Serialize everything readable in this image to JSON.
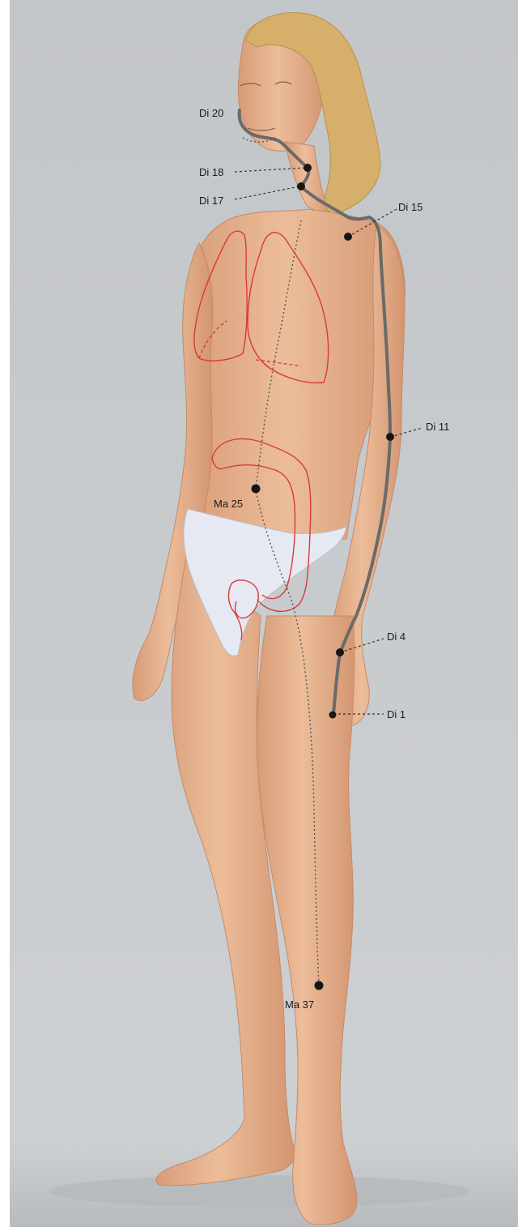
{
  "points": [
    {
      "id": "di20",
      "label": "Di 20"
    },
    {
      "id": "di18",
      "label": "Di 18"
    },
    {
      "id": "di17",
      "label": "Di 17"
    },
    {
      "id": "di15",
      "label": "Di 15"
    },
    {
      "id": "di11",
      "label": "Di 11"
    },
    {
      "id": "ma25",
      "label": "Ma 25"
    },
    {
      "id": "di4",
      "label": "Di 4"
    },
    {
      "id": "di1",
      "label": "Di 1"
    },
    {
      "id": "ma37",
      "label": "Ma 37"
    }
  ],
  "colors": {
    "background": "#c9cbce",
    "background_edge": "#b9bcc0",
    "skin": "#e7b38f",
    "skin_shadow": "#cf9470",
    "hair": "#d6b06a",
    "underwear": "#e6e9f1",
    "meridian_line": "#6a6a6a",
    "organ_outline": "#d93a3a",
    "point": "#161616"
  }
}
